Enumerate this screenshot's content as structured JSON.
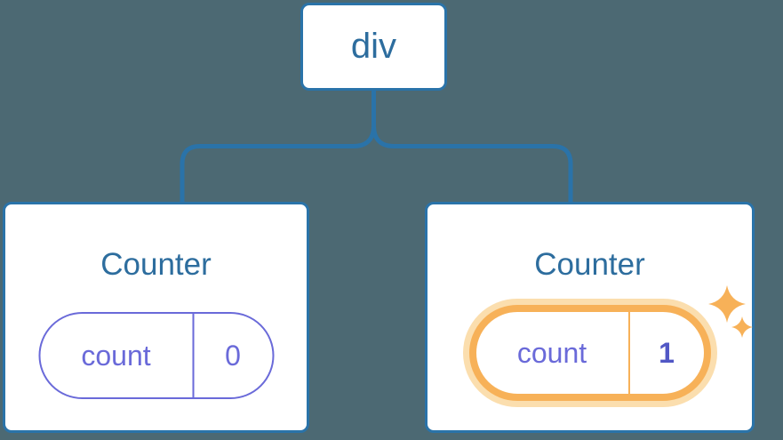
{
  "diagram": {
    "root_node": {
      "label": "div"
    },
    "children": [
      {
        "title": "Counter",
        "state_pill": {
          "name": "count",
          "value": "0"
        },
        "highlighted": false
      },
      {
        "title": "Counter",
        "state_pill": {
          "name": "count",
          "value": "1"
        },
        "highlighted": true,
        "badge_icon": "sparkles-icon"
      }
    ]
  },
  "colors": {
    "background": "#4C6973",
    "stroke_blue": "#2A73A9",
    "text_blue": "#2D6D9E",
    "purple": "#6A6AD9",
    "purple_dark": "#5157C5",
    "orange": "#F7B158",
    "orange_halo": "#FBDEAE",
    "card_bg": "#FFFFFF"
  }
}
